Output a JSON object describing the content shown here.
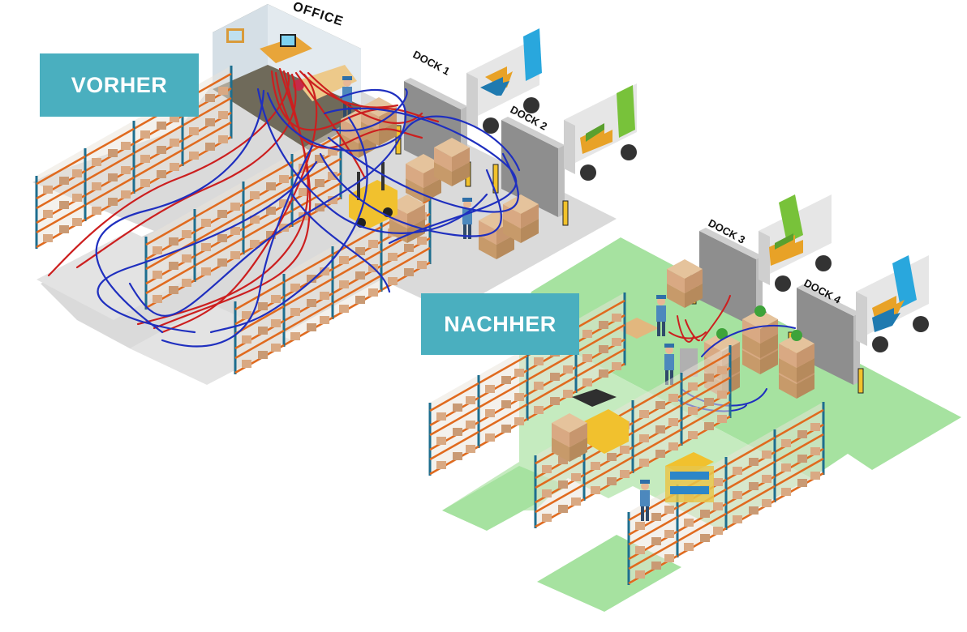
{
  "labels": {
    "before": "VORHER",
    "after": "NACHHER",
    "office": "OFFICE",
    "docks": [
      "DOCK 1",
      "DOCK 2",
      "DOCK 3",
      "DOCK 4"
    ]
  },
  "colors": {
    "label_bg": "#4aafbf",
    "label_text": "#ffffff",
    "floor_before": "#dcdcdc",
    "floor_after": "#a6e2a0",
    "path_red": "#cc1f1f",
    "path_blue": "#1f2fbf",
    "rack_upright": "#1d6e8f",
    "rack_beam": "#e06a1e",
    "box": "#d9a983",
    "truck_blue": "#29a7dd",
    "truck_green": "#78c23a"
  },
  "scenes": [
    {
      "name": "before",
      "description": "Cluttered layout with many crossing walking and forklift paths between office, racks and docks 1-2"
    },
    {
      "name": "after",
      "description": "Organized layout with short paths near docks 3-4 and marked green zones"
    }
  ]
}
